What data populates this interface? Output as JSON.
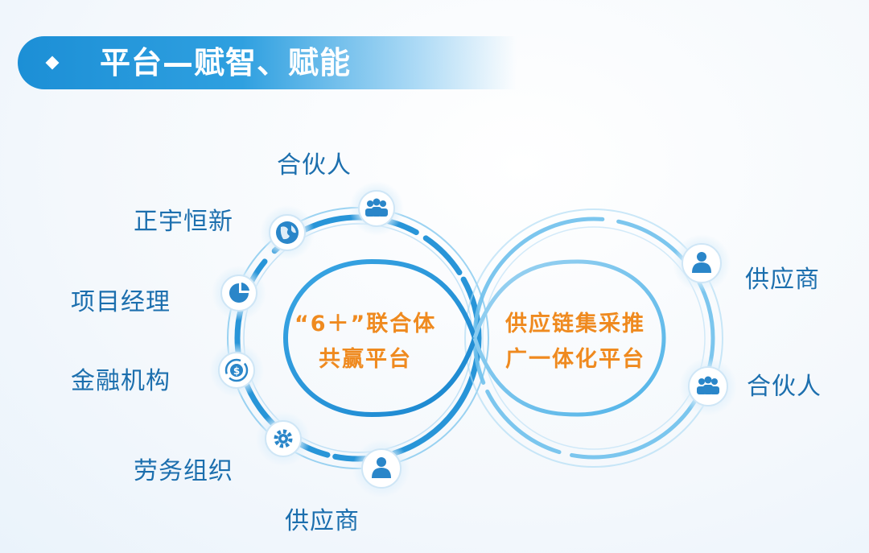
{
  "header": {
    "title": "平台—赋智、赋能"
  },
  "left_loop": {
    "center_line1": "“6＋”联合体",
    "center_line2": "共赢平台",
    "nodes": [
      {
        "label": "合伙人",
        "icon": "people-icon"
      },
      {
        "label": "正宇恒新",
        "icon": "globe-icon"
      },
      {
        "label": "项目经理",
        "icon": "pie-chart-icon"
      },
      {
        "label": "金融机构",
        "icon": "dollar-refresh-icon"
      },
      {
        "label": "劳务组织",
        "icon": "gear-icon"
      },
      {
        "label": "供应商",
        "icon": "person-icon"
      }
    ]
  },
  "right_loop": {
    "center_line1": "供应链集采推",
    "center_line2": "广一体化平台",
    "nodes": [
      {
        "label": "供应商",
        "icon": "person-icon"
      },
      {
        "label": "合伙人",
        "icon": "people-icon"
      }
    ]
  },
  "colors": {
    "accent": "#1c8fd6",
    "text_blue": "#1c6fae",
    "orange": "#ef8a1f"
  }
}
